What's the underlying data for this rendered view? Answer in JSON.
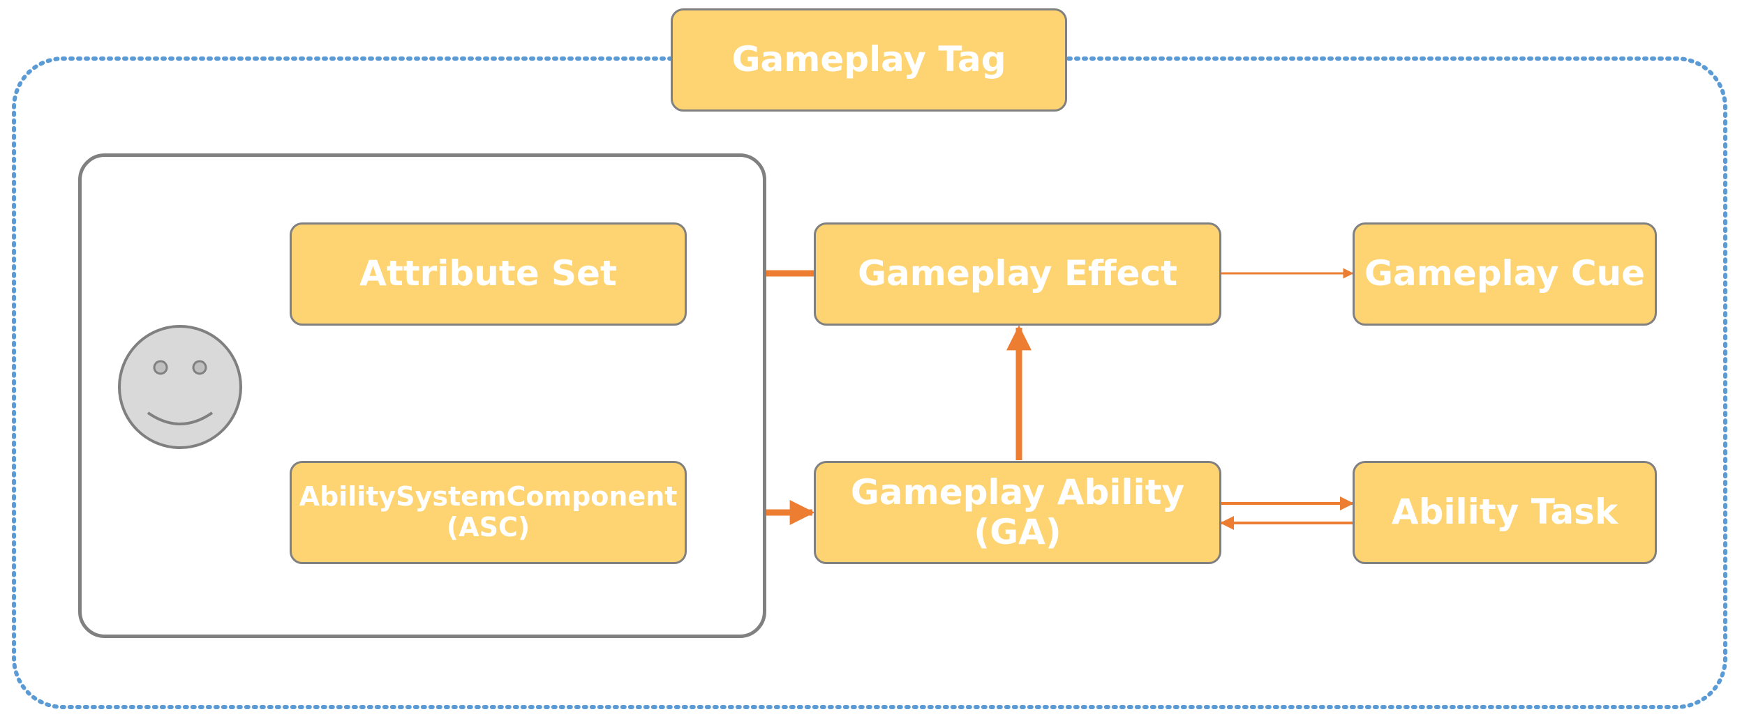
{
  "nodes": {
    "gameplay_tag": "Gameplay Tag",
    "attribute_set": "Attribute Set",
    "gameplay_effect": "Gameplay Effect",
    "gameplay_cue": "Gameplay Cue",
    "asc_line1": "AbilitySystemComponent",
    "asc_line2": "(ASC)",
    "gameplay_ability": "Gameplay Ability (GA)",
    "ability_task": "Ability Task"
  },
  "colors": {
    "node_fill": "#fdd471",
    "node_border": "#808080",
    "arrow": "#ed7d31",
    "boundary": "#5b9bd5",
    "face_fill": "#d9d9d9"
  },
  "icons": {
    "actor": "smiley-face-icon"
  }
}
